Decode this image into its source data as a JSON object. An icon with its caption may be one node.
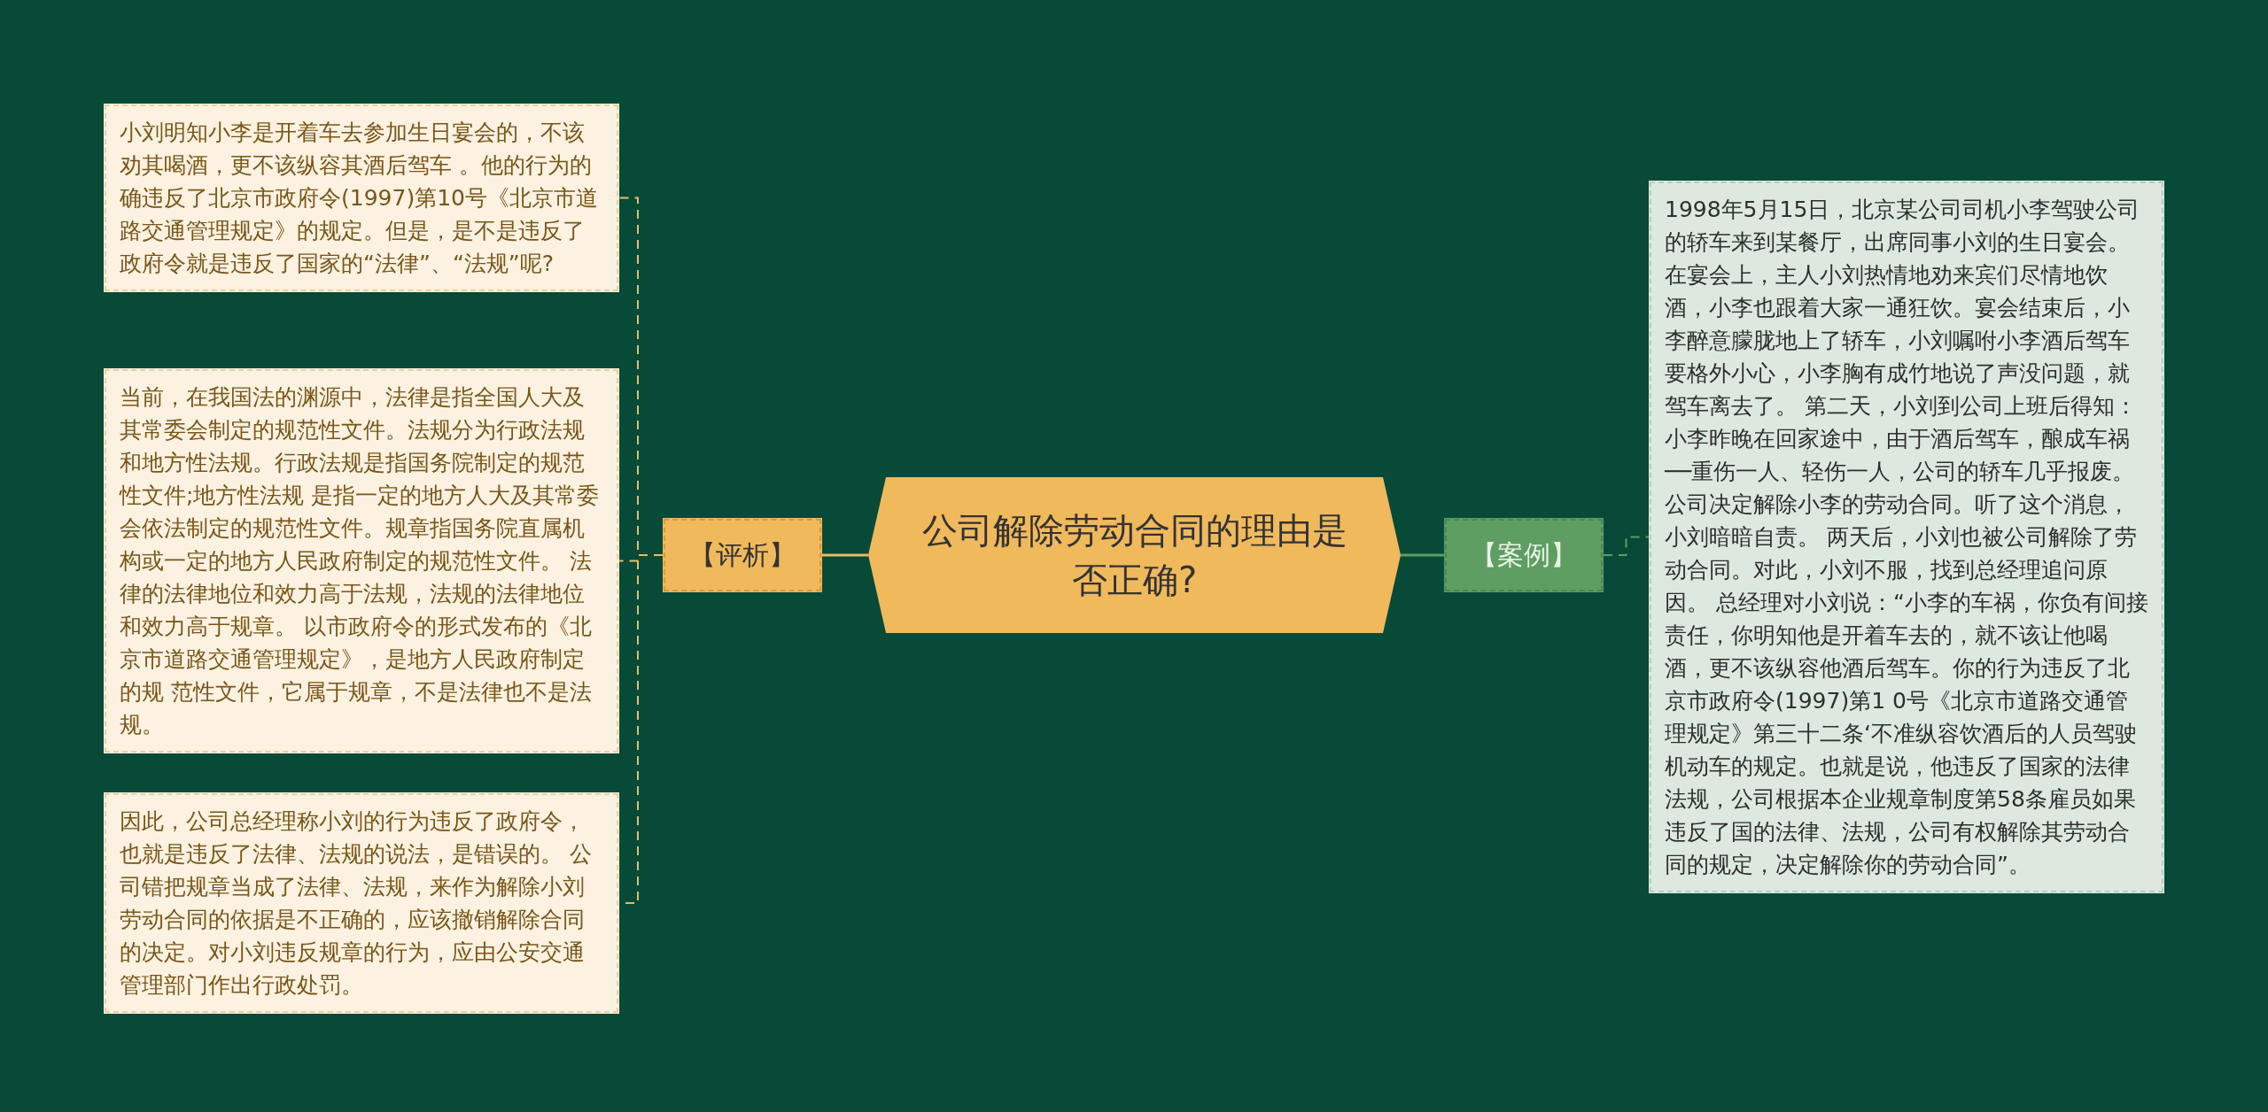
{
  "diagram": {
    "nodes": [
      {
        "text": [
          "公司解除劳动合同的理由是否正确?"
        ]
      },
      {
        "text": [
          "【评析】"
        ]
      },
      {
        "text": [
          "小刘明知小李是开着车去参加生日宴会的，不该劝其喝酒，更不该纵容其酒后驾车 。他的行为的确违反了北京市政府令(1997)第10号《北京市道路交通管理规定》的规定。但是，是不是违反了政府令就是违反了国家的“法律”、“法规”呢?"
        ]
      },
      {
        "text": [
          "当前，在我国法的渊源中，法律是指全国人大及其常委会制定的规范性文件。法规分为行政法规和地方性法规。行政法规是指国务院制定的规范性文件;地方性法规 是指一定的地方人大及其常委会依法制定的规范性文件。规章指国务院直属机构或一定的地方人民政府制定的规范性文件。 法律的法律地位和效力高于法规，法规的法律地位和效力高于规章。 以市政府令的形式发布的《北京市道路交通管理规定》，是地方人民政府制定的规 范性文件，它属于规章，不是法律也不是法规。"
        ]
      },
      {
        "text": [
          "因此，公司总经理称小刘的行为违反了政府令，也就是违反了法律、法规的说法，是错误的。 公司错把规章当成了法律、法规，来作为解除小刘劳动合同的依据是不正确的，应该撤销解除合同的决定。对小刘违反规章的行为，应由公安交通管理部门作出行政处罚。"
        ]
      },
      {
        "text": [
          "【案例】"
        ]
      },
      {
        "text": [
          "1998年5月15日，北京某公司司机小李驾驶公司的轿车来到某餐厅，出席同事小刘的生日宴会。在宴会上，主人小刘热情地劝来宾们尽情地饮酒，小李也跟着大家一通狂饮。宴会结束后，小李醉意朦胧地上了轿车，小刘嘱咐小李酒后驾车要格外小心，小李胸有成竹地说了声没问题，就驾车离去了。 第二天，小刘到公司上班后得知：小李昨晚在回家途中，由于酒后驾车，酿成车祸──重伤一人、轻伤一人，公司的轿车几乎报废。公司决定解除小李的劳动合同。听了这个消息，小刘暗暗自责。 两天后，小刘也被公司解除了劳动合同。对此，小刘不服，找到总经理追问原因。 总经理对小刘说：“小李的车祸，你负有间接责任，你明知他是开着车去的，就不该让他喝酒，更不该纵容他酒后驾车。你的行为违反了北京市政府令(1997)第1 0号《北京市道路交通管理规定》第三十二条‘不准纵容饮酒后的人员驾驶机动车的规定。也就是说，他违反了国家的法律法规，公司根据本企业规章制度第58条雇员如果违反了国的法律、法规，公司有权解除其劳动合同的规定，决定解除你的劳动合同”。"
        ]
      }
    ],
    "edges": [
      {
        "from": 0,
        "to": 1,
        "arrow": "none"
      },
      {
        "from": 1,
        "to": 2,
        "arrow": "none",
        "style": "dashed"
      },
      {
        "from": 1,
        "to": 3,
        "arrow": "none",
        "style": "dashed"
      },
      {
        "from": 1,
        "to": 4,
        "arrow": "none",
        "style": "dashed"
      },
      {
        "from": 0,
        "to": 5,
        "arrow": "none",
        "color": "#5e9e63"
      },
      {
        "from": 5,
        "to": 6,
        "arrow": "none",
        "style": "dashed",
        "color": "#5e9e63"
      }
    ]
  }
}
